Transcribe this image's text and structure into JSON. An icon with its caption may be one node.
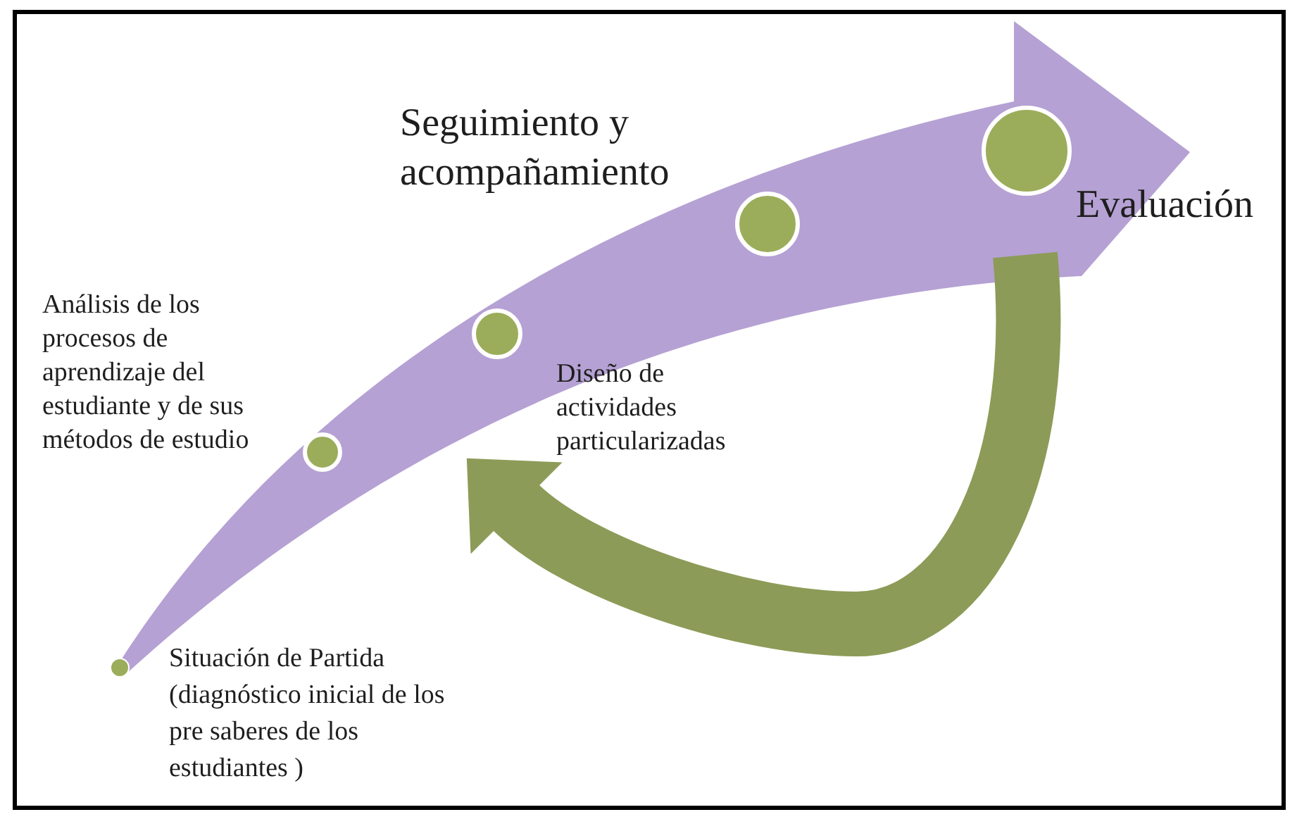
{
  "diagram": {
    "nodes": [
      {
        "text": [
          "Seguimiento y acompañamiento"
        ]
      },
      {
        "text": [
          "Evaluación"
        ]
      },
      {
        "text": [
          "Análisis de los procesos de aprendizaje del estudiante y de sus métodos de estudio"
        ]
      },
      {
        "text": [
          "Diseño de actividades particularizadas"
        ]
      },
      {
        "text": [
          "Situación de Partida (diagnóstico inicial de los pre saberes de los estudiantes )"
        ]
      },
      {
        "text": [],
        "shape": "circle"
      },
      {
        "text": [],
        "shape": "circle"
      },
      {
        "text": [],
        "shape": "circle"
      },
      {
        "text": [],
        "shape": "circle"
      },
      {
        "text": [],
        "shape": "circle"
      }
    ],
    "edges": [
      {
        "from": 1,
        "to": 3,
        "arrow": "to"
      }
    ]
  }
}
